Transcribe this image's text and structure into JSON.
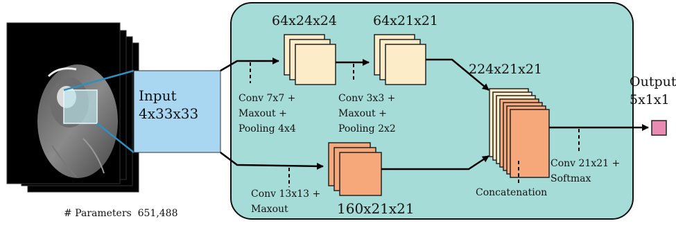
{
  "input_block": {
    "title": "Input",
    "dims": "4x33x33"
  },
  "parameters_label": "# Parameters  651,488",
  "upper_path": {
    "stage1_dims": "64x24x24",
    "stage1_ops": [
      "Conv 7x7 +",
      "Maxout +",
      "Pooling 4x4"
    ],
    "stage2_dims": "64x21x21",
    "stage2_ops": [
      "Conv 3x3 +",
      "Maxout +",
      "Pooling 2x2"
    ]
  },
  "lower_path": {
    "dims": "160x21x21",
    "ops": [
      "Conv 13x13 +",
      "Maxout"
    ]
  },
  "concat": {
    "dims": "224x21x21",
    "label": "Concatenation"
  },
  "final": {
    "ops": [
      "Conv 21x21 +",
      "Softmax"
    ]
  },
  "output": {
    "title": "Output",
    "dims": "5x1x1"
  },
  "colors": {
    "panel": "#a6dcd8",
    "input_block": "#a9d7f2",
    "light_feature": "#fdecc8",
    "orange_feature": "#f6a87a",
    "output_box": "#e98bb2",
    "connector": "#2e8fc2"
  }
}
